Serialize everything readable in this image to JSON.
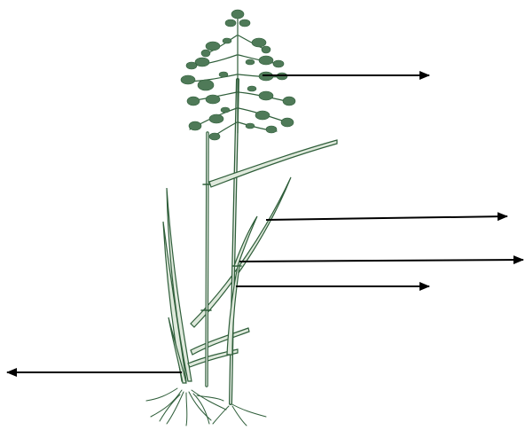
{
  "diagram": {
    "subject": "grass-plant",
    "labels": [
      {
        "id": "inflorescence",
        "text": ""
      },
      {
        "id": "leaf-blade",
        "text": ""
      },
      {
        "id": "ligule",
        "text": ""
      },
      {
        "id": "leaf-sheath",
        "text": ""
      },
      {
        "id": "roots",
        "text": ""
      }
    ]
  },
  "colors": {
    "plant": "#2f5e3a",
    "leaf_fill": "#dfe9dc",
    "arrow": "#000000"
  }
}
